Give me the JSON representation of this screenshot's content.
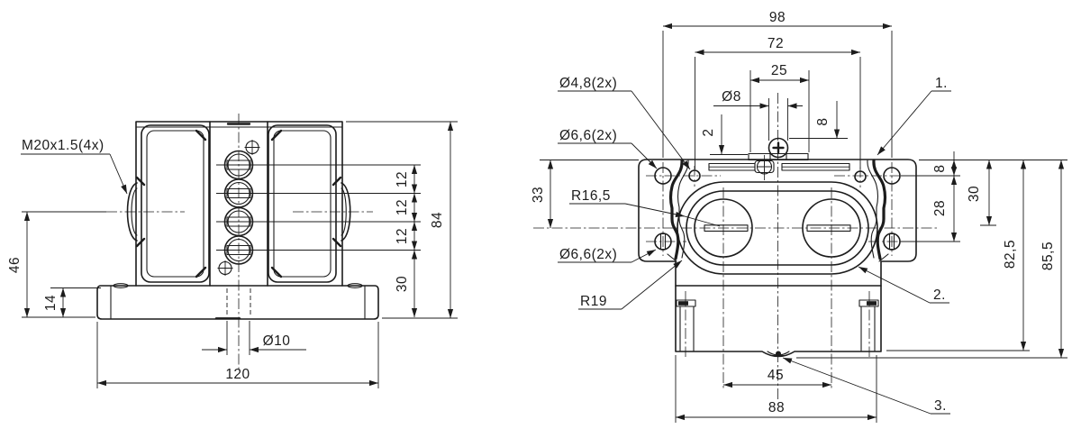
{
  "drawing": {
    "background": "#ffffff",
    "line_color": "#1c1c1c"
  },
  "front_view": {
    "thread_label": "M20x1.5(4x)",
    "dims": {
      "gland_height_46": "46",
      "base_height_14": "14",
      "base_width_120": "120",
      "stud_dia": "Ø10",
      "overall_height_84": "84",
      "bottom_offset_30": "30",
      "pitch_12_a": "12",
      "pitch_12_b": "12",
      "pitch_12_c": "12"
    }
  },
  "top_view": {
    "dims": {
      "width_98": "98",
      "width_72": "72",
      "clamp_width_25": "25",
      "screw_dia_8": "Ø8",
      "plate_thickness_2": "2",
      "screw_height_8": "8",
      "side_offset_33": "33",
      "edge_offset_8": "8",
      "hole_pitch_28": "28",
      "center_offset_30": "30",
      "height_82_5": "82,5",
      "height_85_5": "85,5",
      "terminal_pitch_45": "45",
      "base_width_88": "88"
    },
    "labels": {
      "hole_4_8": "Ø4,8(2x)",
      "hole_6_6_top": "Ø6,6(2x)",
      "radius_16_5": "R16,5",
      "hole_6_6_bottom": "Ø6,6(2x)",
      "radius_19": "R19"
    },
    "callouts": {
      "item_1": "1.",
      "item_2": "2.",
      "item_3": "3."
    }
  }
}
